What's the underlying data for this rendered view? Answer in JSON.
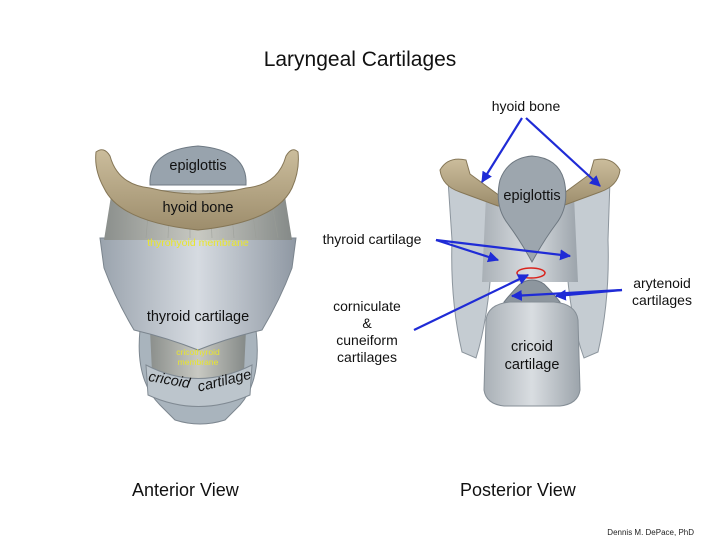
{
  "title": "Laryngeal Cartilages",
  "anterior": {
    "view_label": "Anterior View",
    "labels": {
      "epiglottis": "epiglottis",
      "hyoid_bone": "hyoid bone",
      "thyrohyoid_membrane": "thyrohyoid membrane",
      "thyroid_cartilage": "thyroid cartilage",
      "cricothyroid_line1": "cricothyroid",
      "cricothyroid_line2": "membrane",
      "cricoid_word1": "cricoid",
      "cricoid_word2": "cartilage"
    }
  },
  "posterior": {
    "view_label": "Posterior View",
    "labels": {
      "hyoid_bone": "hyoid bone",
      "epiglottis": "epiglottis",
      "thyroid_cartilage": "thyroid cartilage",
      "arytenoid_line1": "arytenoid",
      "arytenoid_line2": "cartilages",
      "corniculate_line1": "corniculate",
      "corniculate_line2": "&",
      "corniculate_line3": "cuneiform",
      "corniculate_line4": "cartilages",
      "cricoid_line1": "cricoid",
      "cricoid_line2": "cartilage"
    }
  },
  "credit": "Dennis M. DePace, PhD",
  "colors": {
    "arrow": "#1f2bd6",
    "highlight_ellipse": "#d9231c",
    "membrane_text": "#e9e62c"
  }
}
